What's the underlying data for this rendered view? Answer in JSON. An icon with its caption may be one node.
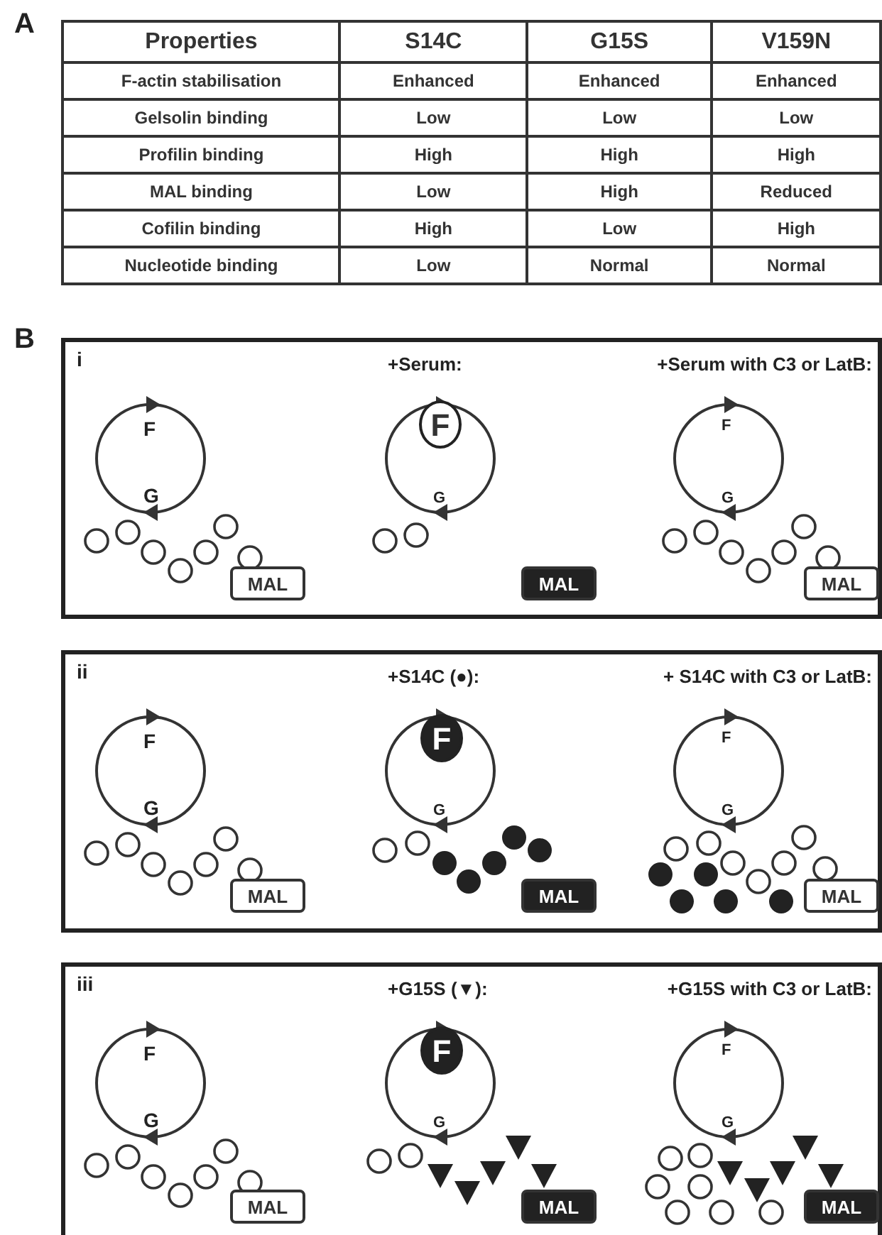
{
  "diagram": {
    "nodes": [
      {
        "text": [
          "i"
        ]
      },
      {
        "text": [
          "F"
        ],
        "in": 0
      },
      {
        "text": [
          "MAL"
        ],
        "in": 0
      },
      {
        "text": [
          "MAL"
        ],
        "in": 0
      },
      {
        "text": [
          "MAL"
        ],
        "in": 0
      },
      {
        "text": [
          "ii"
        ]
      },
      {
        "text": [
          "F"
        ],
        "in": 5
      },
      {
        "text": [
          "MAL"
        ],
        "in": 5
      },
      {
        "text": [
          "MAL"
        ],
        "in": 5
      },
      {
        "text": [
          "MAL"
        ],
        "in": 5
      },
      {
        "text": [
          "iii"
        ]
      },
      {
        "text": [
          "F"
        ],
        "in": 10
      },
      {
        "text": [
          "MAL"
        ],
        "in": 10
      },
      {
        "text": [
          "MAL"
        ],
        "in": 10
      },
      {
        "text": [
          "MAL"
        ],
        "in": 10
      }
    ],
    "labels": [
      "A",
      "Properties",
      "S14C",
      "G15S",
      "V159N",
      "F-actin stabilisation",
      "Enhanced",
      "Enhanced",
      "Enhanced",
      "Gelsolin binding",
      "Low",
      "Low",
      "Low",
      "Profilin binding",
      "High",
      "High",
      "High",
      "MAL binding",
      "Low",
      "High",
      "Reduced",
      "Cofilin binding",
      "High",
      "Low",
      "High",
      "Nucleotide binding",
      "Low",
      "Normal",
      "Normal",
      "B",
      "+Serum:",
      "+Serum with C3 or LatB:",
      "F",
      "G",
      "G",
      "F",
      "G",
      "+S14C (●):",
      "+ S14C with C3 or LatB:",
      "F",
      "G",
      "G",
      "F",
      "G",
      "+G15S (▼):",
      "+G15S with C3 or LatB:",
      "F",
      "G",
      "G",
      "F",
      "G"
    ]
  }
}
